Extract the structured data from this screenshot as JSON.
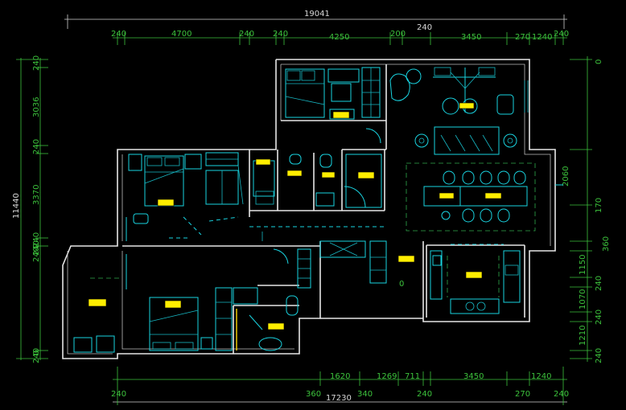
{
  "dimensions": {
    "top_total": "19041",
    "top_mid": "240",
    "top_row": [
      "240",
      "4700",
      "240",
      "240",
      "4250",
      "200",
      "3450",
      "270",
      "1240",
      "240"
    ],
    "bottom_row1": [
      "1620",
      "1269",
      "711",
      "3450",
      "1240"
    ],
    "bottom_row2": [
      "240",
      "360",
      "340",
      "240",
      "270",
      "240"
    ],
    "bottom_total": "17230",
    "left_total": "11440",
    "left_col": [
      "240",
      "3036",
      "240",
      "3370",
      "240",
      "240",
      "240",
      "240",
      "0"
    ],
    "right_col": [
      "0",
      "2060",
      "170",
      "360",
      "1150",
      "240",
      "1070",
      "240",
      "1210",
      "240"
    ],
    "marker_zero": "0"
  },
  "colors": {
    "background": "#000000",
    "walls": "#e6e6e6",
    "furniture": "#19d3e0",
    "dimensions": "#3cc23c",
    "labels": "#ffee00"
  }
}
